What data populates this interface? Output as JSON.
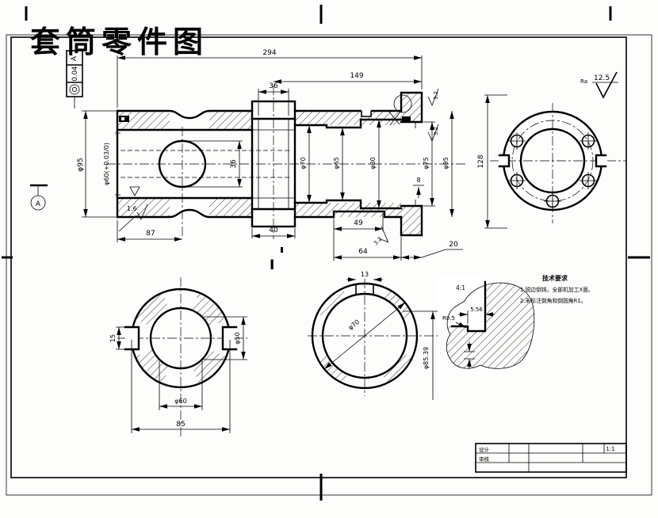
{
  "title": {
    "text": "套筒零件图"
  },
  "colors": {
    "title_red": "#dd0000",
    "line": "#000000"
  },
  "tolerance_frame": {
    "symbol": "concentricity",
    "value": "0.04",
    "datum": "A"
  },
  "datum_flag": {
    "label": "A"
  },
  "roughness": {
    "top_right_ra": "Ra",
    "top_right_value": "12.5",
    "left_value": "1.6",
    "flange_a": "3.2",
    "flange_b": "3.2",
    "bottom_value": "3.2"
  },
  "main_view": {
    "dims": {
      "overall": "294",
      "len149": "149",
      "collar36": "36",
      "hole36": "36",
      "left87": "87",
      "collar40": "40",
      "recess49": "49",
      "recess64": "64",
      "flange20": "20",
      "step8": "8",
      "d95": "φ95",
      "d60tol": "φ60(+0.03/0)",
      "d70": "φ70",
      "d65": "φ65",
      "d80": "φ80",
      "d75": "φ75",
      "d95b": "φ95"
    },
    "section_mark": "Ⅰ"
  },
  "right_view": {
    "dim128": "128"
  },
  "bottom_left_view": {
    "dim15": "15",
    "dim_d50": "φ50",
    "dim_d60": "φ60",
    "dim85": "85"
  },
  "bottom_mid_view": {
    "dim13": "13",
    "dim_d70": "φ70",
    "dim_d8539": "φ85.39"
  },
  "detail_view": {
    "scale_label": "4:1",
    "dim556": "5.56",
    "dim_r05": "R0.5"
  },
  "notes": {
    "header": "技术要求",
    "line1": "1.锐边倒钝，全部机加工X面。",
    "line2": "2.未标注倒角和倒圆角R1。"
  },
  "title_block": {
    "design_label": "设计",
    "check_label": "审核",
    "scale": "1:1"
  }
}
